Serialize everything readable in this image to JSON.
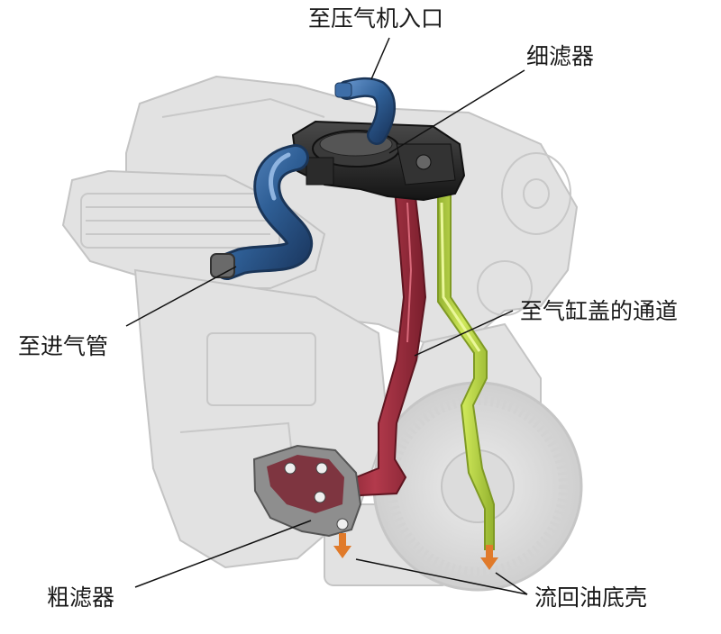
{
  "labels": {
    "compressor_inlet": "至压气机入口",
    "fine_filter": "细滤器",
    "head_passage": "至气缸盖的通道",
    "intake_pipe": "至进气管",
    "coarse_filter": "粗滤器",
    "oil_return": "流回油底壳"
  },
  "colors": {
    "hose_blue": "#2f5f96",
    "blowby_passage_red": "#9e2a3a",
    "return_passage_green": "#b6d63a",
    "engine_grey": "#dcdcdc",
    "housing_black": "#2a2a2a",
    "arrow_orange": "#e07a2a"
  }
}
